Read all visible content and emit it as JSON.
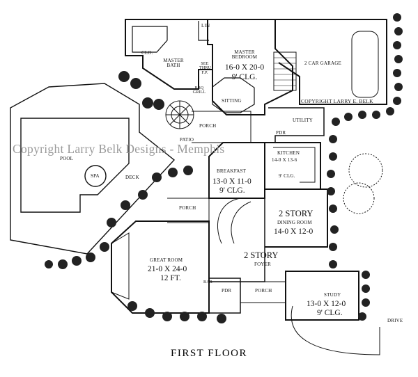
{
  "watermark": "Copyright Larry Belk Designs - Memphis",
  "floor_title": "FIRST FLOOR",
  "copyright_note": "COPYRIGHT LARRY E. BELK",
  "rooms": {
    "lin": "LIN",
    "clo": "CLO.",
    "master_bath": "MASTER BATH",
    "see_thru_fp": "SEE THRU F.P.",
    "bbq_grill": "BBQ GRILL",
    "master_bedroom_name": "MASTER BEDROOM",
    "master_bedroom_size": "16-0 X 20-0",
    "master_bedroom_clg": "9' CLG.",
    "sitting": "SITTING",
    "garage": "2 CAR GARAGE",
    "patio": "PATIO",
    "porch_rear": "PORCH",
    "pdr_top": "PDR",
    "utility": "UTILITY",
    "pool": "POOL",
    "spa": "SPA",
    "deck": "DECK",
    "kitchen_name": "KITCHEN",
    "kitchen_size": "14-0 X 13-6",
    "kitchen_clg": "9' CLG.",
    "breakfast_name": "BREAKFAST",
    "breakfast_size": "13-0 X 11-0",
    "breakfast_clg": "9' CLG.",
    "porch_side": "PORCH",
    "dining_story": "2 STORY",
    "dining_name": "DINING ROOM",
    "dining_size": "14-0 X 12-0",
    "great_room_name": "GREAT ROOM",
    "great_room_size": "21-0 X 24-0",
    "great_room_clg": "12 FT.",
    "foyer_story": "2 STORY",
    "foyer_name": "FOYER",
    "bar": "BAR",
    "pdr_bottom": "PDR",
    "porch_front": "PORCH",
    "study_name": "STUDY",
    "study_size": "13-0 X 12-0",
    "study_clg": "9' CLG.",
    "drive": "DRIVE"
  }
}
